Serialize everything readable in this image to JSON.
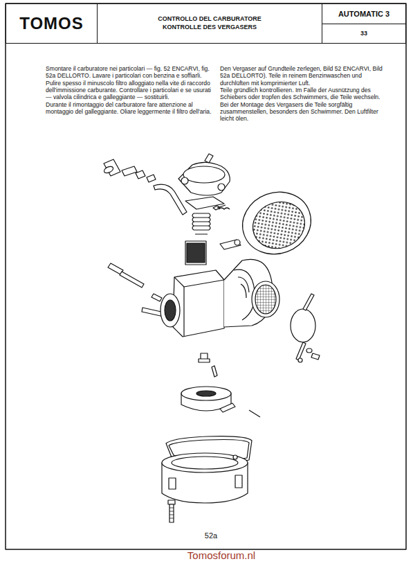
{
  "diagram": {
    "nodes": [
      {
        "text": [
          "TOMOS"
        ]
      },
      {
        "text": [
          "CONTROLLO DEL CARBURATORE",
          "KONTROLLE DES VERGASERS"
        ]
      },
      {
        "text": [
          "AUTOMATIC 3"
        ]
      },
      {
        "text": [
          "33"
        ]
      }
    ],
    "labels": [
      "Smontare il carburatore nei particolari — fig. 52 ENCARVI, fig. 52a DELLORTO. Lavare i particolari con benzina e soffiarli. Pulire spesso il minuscolo filtro alloggiato nella vite di raccordo dell'immissione carburante. Controllare i particolari e se usurati — valvola cilindrica e galleggiante — sostituirli.",
      "Durante il rimontaggio del carburatore fare attenzione al montaggio del galleggiante. Oliare leggermente il filtro dell'aria.",
      "Den Vergaser auf Grundteile zerlegen, Bild 52 ENCARVI, Bild 52a DELLORTO). Teile in reinem Benzinwaschen und durchlüften mit komprimierter Luft.",
      "Teile gründlich kontrollieren. Im Falle der Ausnützung des Schiebers oder tropfen des Schwimmers, die Teile wechseln.",
      "Bei der Montage des Vergasers die Teile sorgfältig zusammenstellen, besonders den Schwimmer. Den Luftfilter leicht ölen.",
      "52a",
      "Tomosforum.nl"
    ]
  }
}
